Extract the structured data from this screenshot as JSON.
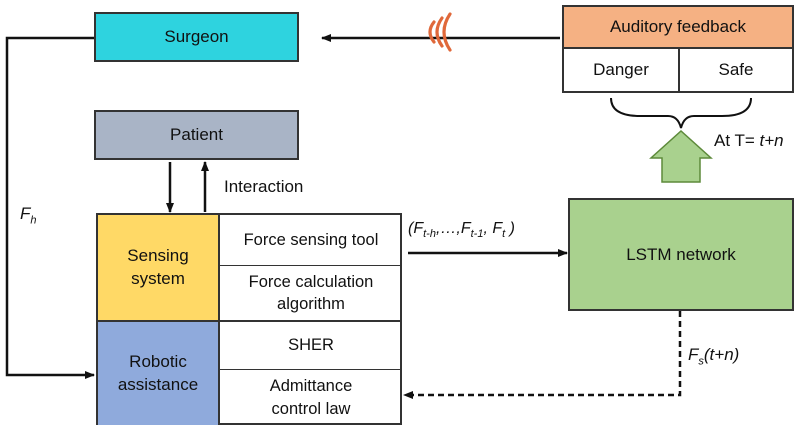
{
  "surgeon": {
    "label": "Surgeon"
  },
  "patient": {
    "label": "Patient"
  },
  "interaction": {
    "label": "Interaction"
  },
  "auditory": {
    "title": "Auditory feedback",
    "danger": "Danger",
    "safe": "Safe"
  },
  "at_time": {
    "prefix": "At T= ",
    "value": "t+n"
  },
  "lstm": {
    "label": "LSTM network"
  },
  "sensing": {
    "label_line1": "Sensing",
    "label_line2": "system",
    "tool": "Force sensing tool",
    "algo_line1": "Force calculation",
    "algo_line2": "algorithm"
  },
  "robotic": {
    "label_line1": "Robotic",
    "label_line2": "assistance",
    "sher": "SHER",
    "law_line1": "Admittance",
    "law_line2": "control law"
  },
  "force_sequence": {
    "open": "(F",
    "sub_th": "t-h",
    "mid": ",…,F",
    "sub_t1": "t-1",
    "sep": ", F",
    "sub_t": "t",
    "close": " )"
  },
  "fh": {
    "main": "F",
    "sub": "h"
  },
  "fs": {
    "main": "F",
    "sub": "s",
    "arg": "(t+n)"
  },
  "colors": {
    "surgeon": "#2ed3df",
    "patient": "#a9b4c6",
    "auditory": "#f5b183",
    "lstm": "#a9d18e",
    "sensing": "#ffd966",
    "robotic": "#8faadc",
    "arrow": "#a9d18e"
  },
  "icons": {
    "sound": "sound-wave-icon"
  }
}
